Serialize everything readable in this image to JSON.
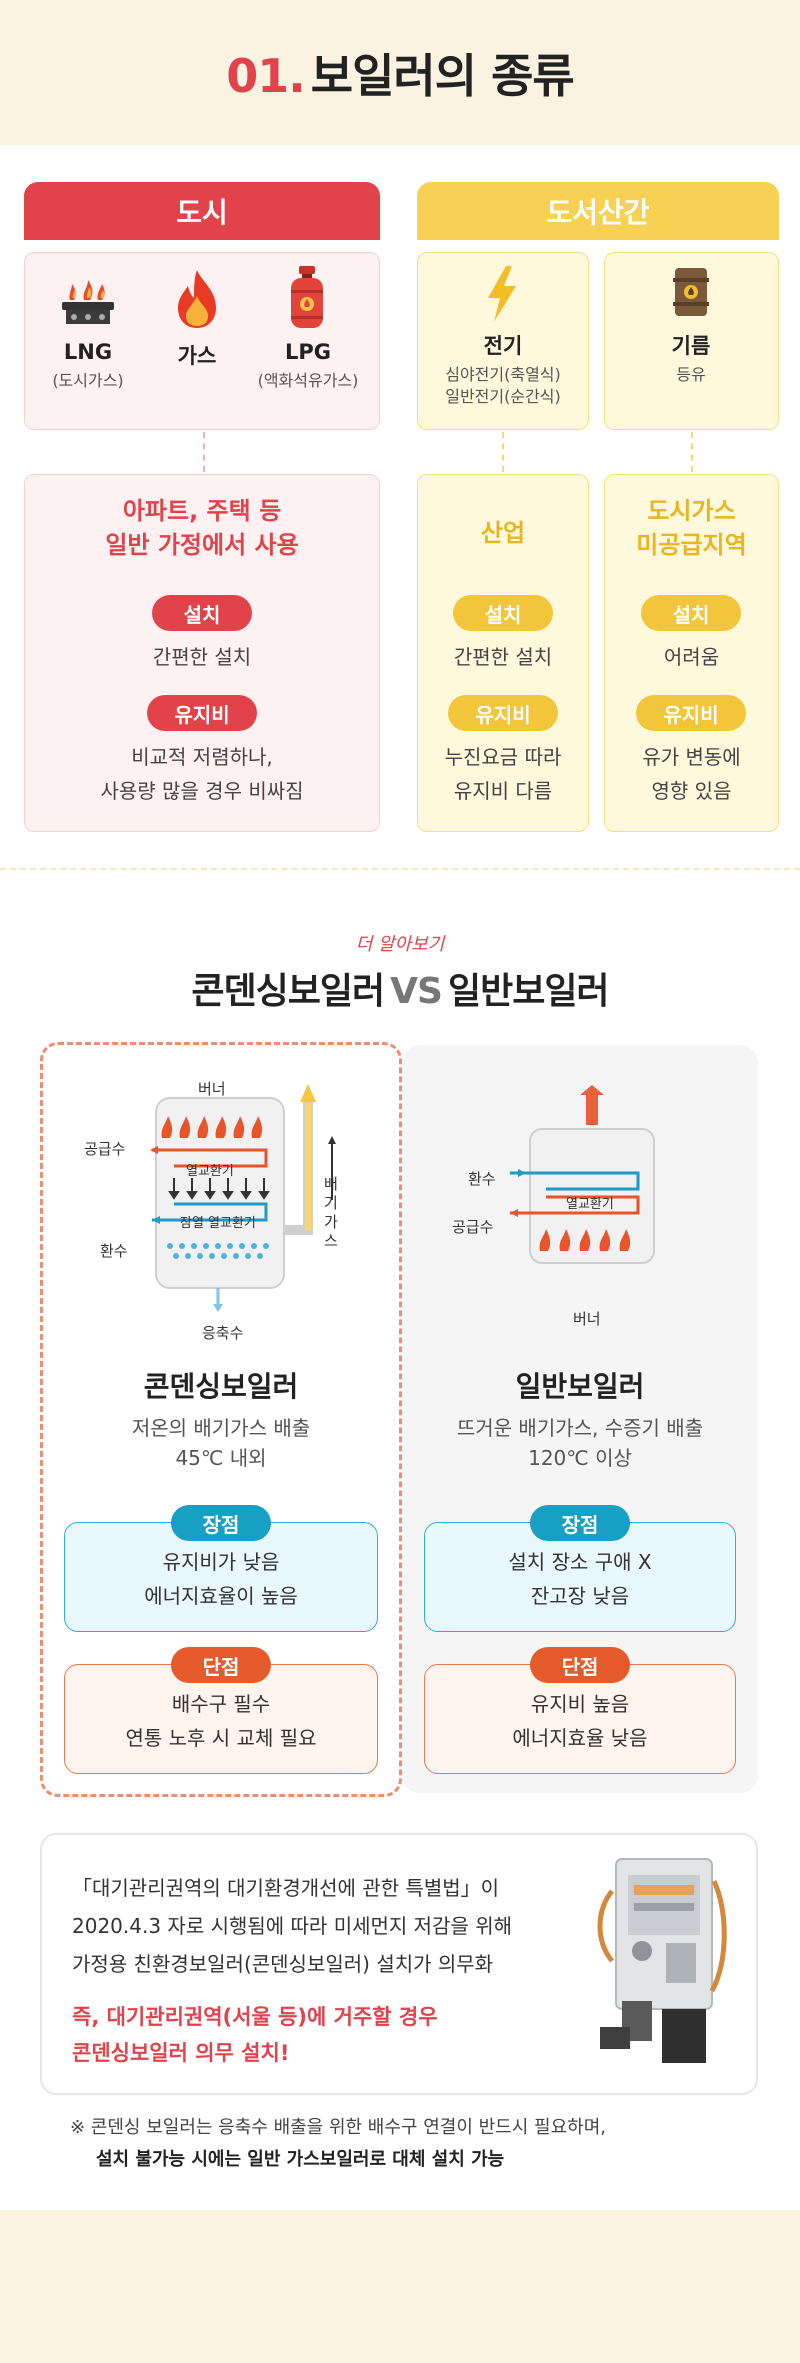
{
  "hero": {
    "num": "01.",
    "title": "보일러의 종류"
  },
  "categories": {
    "city": "도시",
    "island": "도서산간"
  },
  "fuels": {
    "lng": {
      "name": "LNG",
      "sub": "(도시가스)",
      "icon": "gas-stove-icon"
    },
    "gas": {
      "name": "가스",
      "icon": "flame-icon"
    },
    "lpg": {
      "name": "LPG",
      "sub": "(액화석유가스)",
      "icon": "gas-cylinder-icon"
    },
    "electric": {
      "name": "전기",
      "sub1": "심야전기(축열식)",
      "sub2": "일반전기(순간식)",
      "icon": "lightning-icon"
    },
    "oil": {
      "name": "기름",
      "sub": "등유",
      "icon": "oil-barrel-icon"
    }
  },
  "usage": {
    "city": {
      "title1": "아파트, 주택 등",
      "title2": "일반 가정에서 사용",
      "install_label": "설치",
      "install": "간편한 설치",
      "cost_label": "유지비",
      "cost1": "비교적 저렴하나,",
      "cost2": "사용량 많을 경우 비싸짐"
    },
    "electric": {
      "title": "산업",
      "install_label": "설치",
      "install": "간편한 설치",
      "cost_label": "유지비",
      "cost1": "누진요금 따라",
      "cost2": "유지비 다름"
    },
    "oil": {
      "title1": "도시가스",
      "title2": "미공급지역",
      "install_label": "설치",
      "install": "어려움",
      "cost_label": "유지비",
      "cost1": "유가 변동에",
      "cost2": "영향 있음"
    }
  },
  "compare": {
    "handwritten": "더 알아보기",
    "left": "콘덴싱보일러",
    "vs": "VS",
    "right": "일반보일러"
  },
  "condensing": {
    "diagram": {
      "burner": "버너",
      "supply": "공급수",
      "exchanger1": "열교환기",
      "exchanger2": "잠열 열교환기",
      "return": "환수",
      "exhaust": "배기가스",
      "condensate": "응축수"
    },
    "title": "콘덴싱보일러",
    "sub1": "저온의 배기가스 배출",
    "sub2": "45℃ 내외",
    "pro_label": "장점",
    "pro1": "유지비가 낮음",
    "pro2": "에너지효율이 높음",
    "con_label": "단점",
    "con1": "배수구 필수",
    "con2": "연통 노후 시 교체 필요"
  },
  "general": {
    "diagram": {
      "return": "환수",
      "exchanger": "열교환기",
      "supply": "공급수",
      "burner": "버너"
    },
    "title": "일반보일러",
    "sub1": "뜨거운 배기가스, 수증기 배출",
    "sub2": "120℃ 이상",
    "pro_label": "장점",
    "pro1": "설치 장소 구애 X",
    "pro2": "잔고장 낮음",
    "con_label": "단점",
    "con1": "유지비 높음",
    "con2": "에너지효율 낮음"
  },
  "note": {
    "line1": "「대기관리권역의 대기환경개선에 관한 특별법」이",
    "line2": "2020.4.3 자로 시행됨에 따라 미세먼지 저감을 위해",
    "line3": "가정용 친환경보일러(콘덴싱보일러) 설치가 의무화",
    "hl1": "즉, 대기관리권역(서울 등)에 거주할 경우",
    "hl2": "콘덴싱보일러 의무 설치!"
  },
  "footnote": {
    "line1": "※ 콘덴싱 보일러는 응축수 배출을 위한 배수구 연결이 반드시 필요하며,",
    "line2": "설치 불가능 시에는 일반 가스보일러로 대체 설치 가능"
  },
  "colors": {
    "red": "#e2434b",
    "yellow": "#f7d153",
    "blue": "#17a0c4",
    "orange": "#e65b2b",
    "cream": "#fbf3e1"
  }
}
